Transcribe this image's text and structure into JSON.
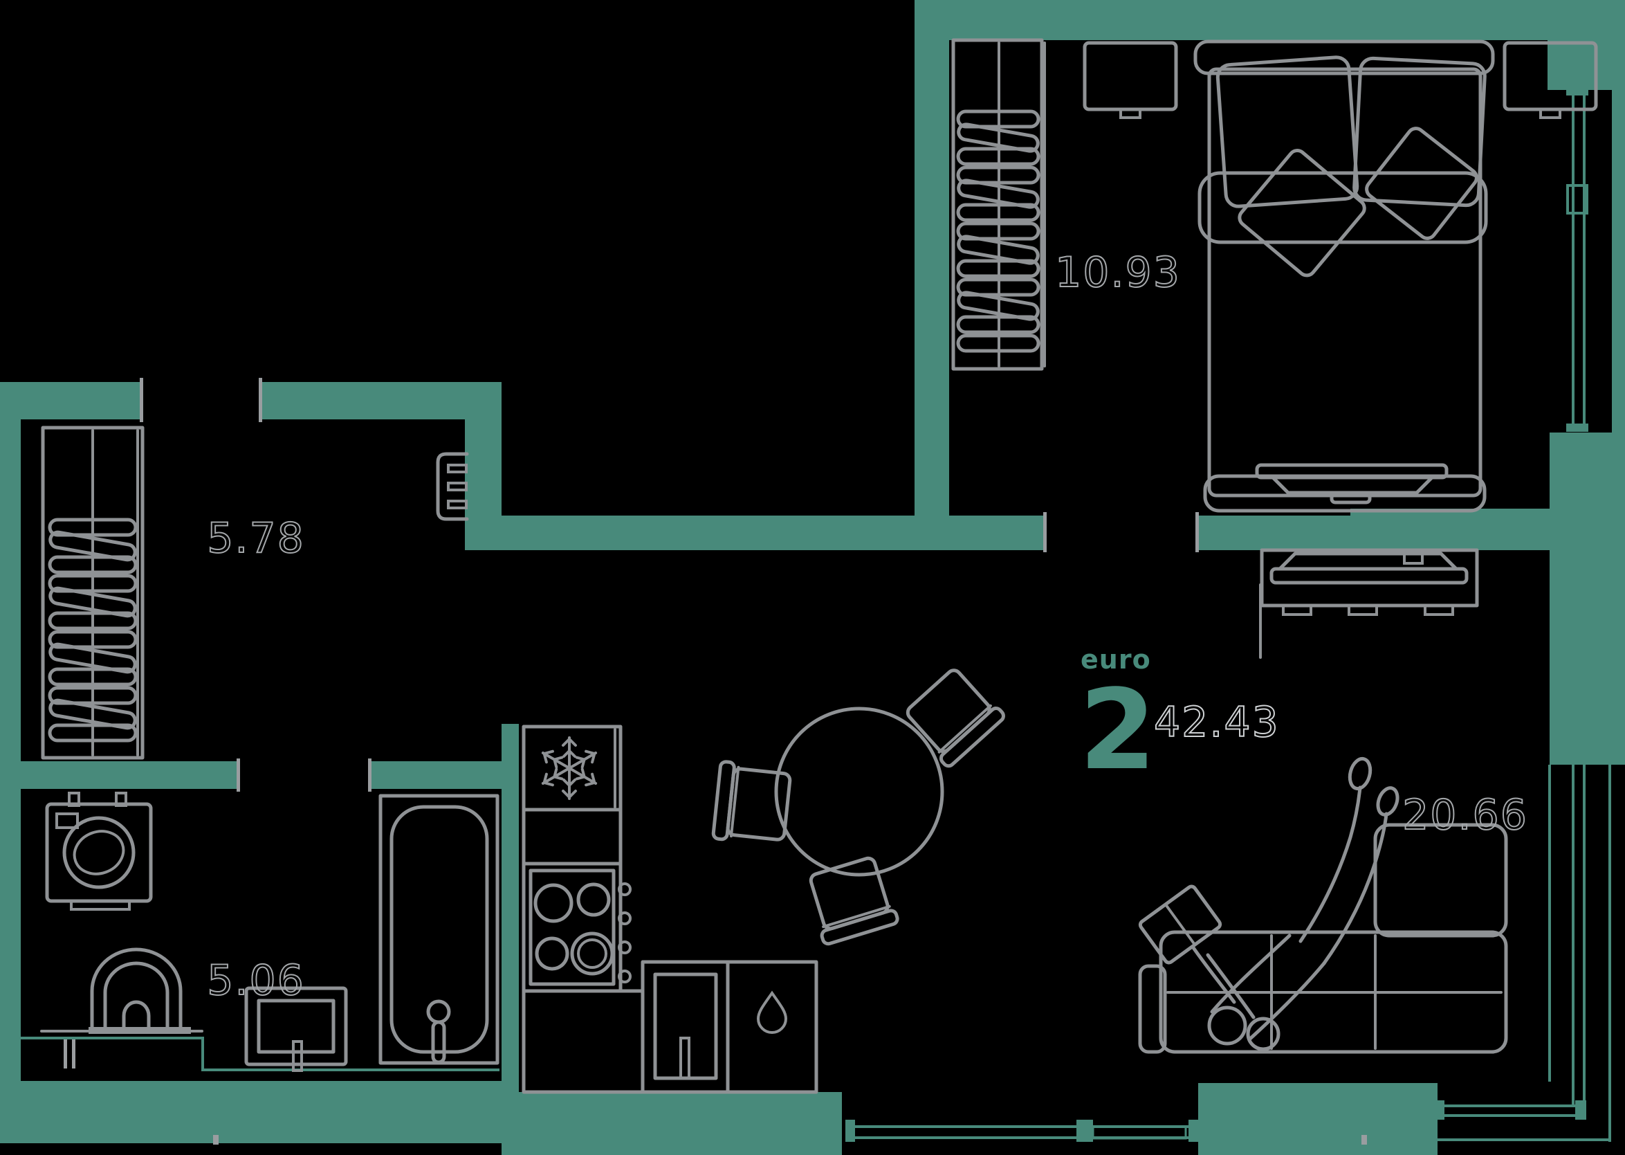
{
  "plan": {
    "badge": {
      "type_label": "euro",
      "rooms_count": "2",
      "total_area": "42.43"
    },
    "rooms": [
      {
        "name": "bedroom",
        "area": "10.93"
      },
      {
        "name": "hallway",
        "area": "5.78"
      },
      {
        "name": "bathroom",
        "area": "5.06"
      },
      {
        "name": "living-kitchen",
        "area": "20.66"
      }
    ],
    "icons": [
      "snowflake-icon",
      "water-drop-icon",
      "hanger-icon",
      "burner-icon",
      "faucet-icon",
      "person-figure",
      "book-icon"
    ],
    "colors": {
      "background": "#000000",
      "wall": "#488a7b",
      "furniture_line": "#8f9295",
      "area_label_outline": "#a4a7aa",
      "total_area_outline": "#cfd2d4",
      "accent": "#488a7b"
    }
  }
}
